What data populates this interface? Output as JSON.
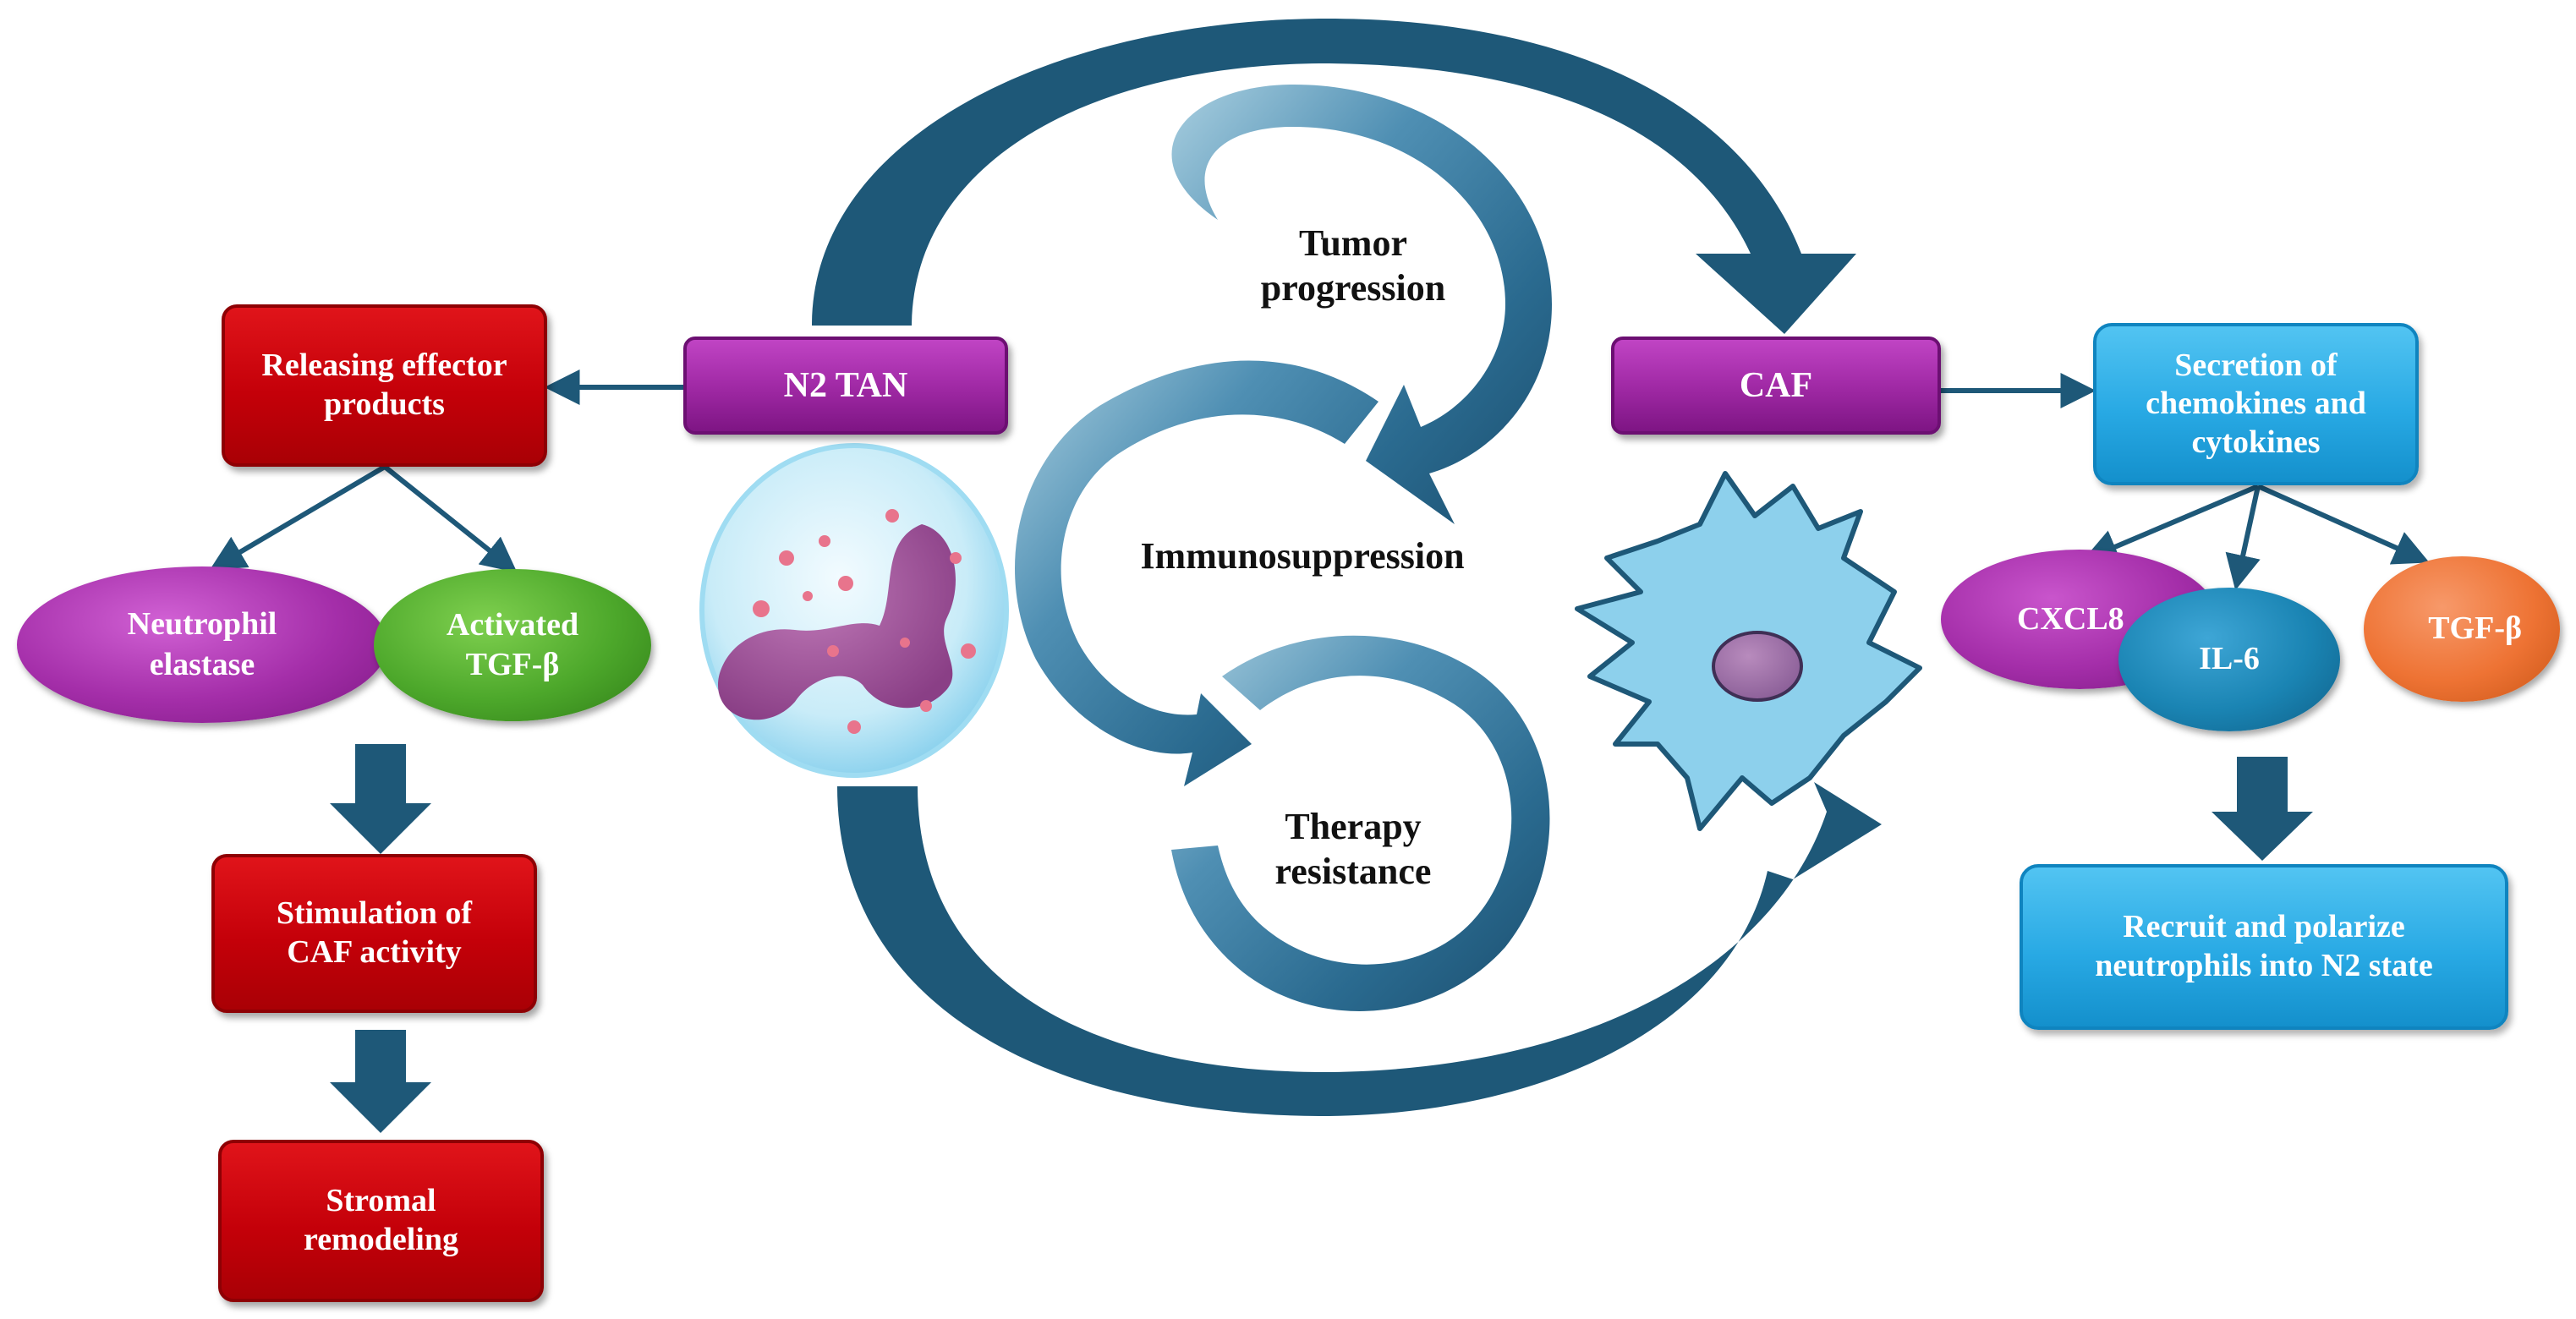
{
  "center": {
    "left_box": "N2 TAN",
    "right_box": "CAF",
    "cycle_labels": [
      "Tumor\nprogression",
      "Immunosuppression",
      "Therapy\nresistance"
    ]
  },
  "left_branch": {
    "top_box": "Releasing effector\nproducts",
    "ellipse_1": "Neutrophil\nelastase",
    "ellipse_2": "Activated\nTGF-β",
    "box_2": "Stimulation of\nCAF activity",
    "box_3": "Stromal\nremodeling"
  },
  "right_branch": {
    "top_box": "Secretion of\nchemokines and\ncytokines",
    "ellipse_1": "CXCL8",
    "ellipse_2": "IL-6",
    "ellipse_3": "TGF-β",
    "bottom_box": "Recruit and polarize\nneutrophils into N2 state"
  },
  "colors": {
    "arrow_dark": "#1e5878",
    "red_box": "#c40009",
    "magenta_box": "#a12aa6",
    "cyan_box": "#28a9e4",
    "ellipse_magenta": "#a42ea9",
    "ellipse_green": "#4da82b",
    "ellipse_blue": "#1a84b3",
    "ellipse_orange": "#ee7334"
  }
}
